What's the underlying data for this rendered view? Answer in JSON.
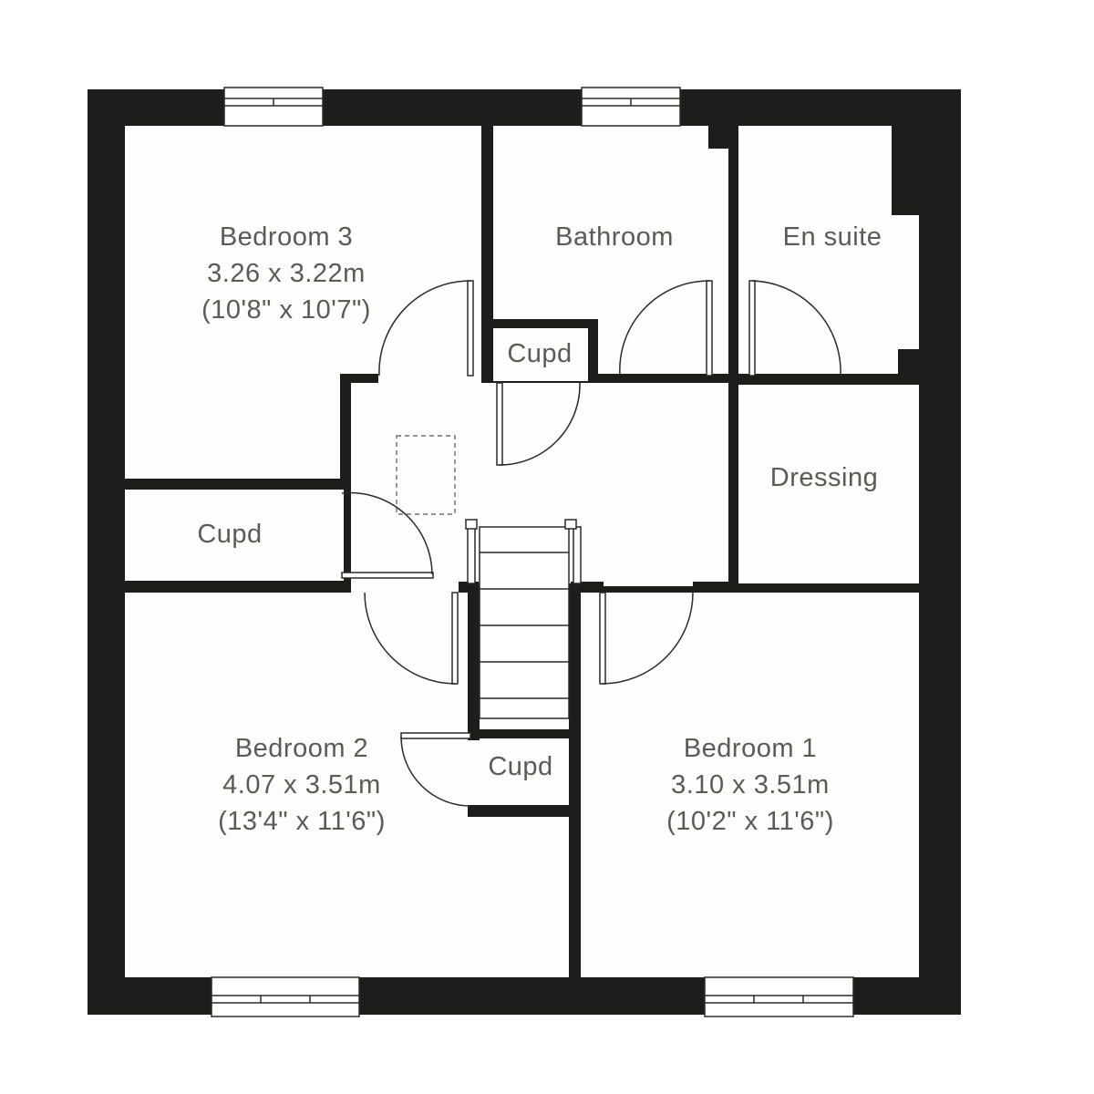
{
  "rooms": {
    "bedroom3": {
      "name": "Bedroom 3",
      "metric": "3.26 x 3.22m",
      "imperial": "(10'8\" x 10'7\")"
    },
    "bathroom": {
      "name": "Bathroom"
    },
    "ensuite": {
      "name": "En suite"
    },
    "cupd_top": {
      "name": "Cupd"
    },
    "cupd_left": {
      "name": "Cupd"
    },
    "dressing": {
      "name": "Dressing"
    },
    "cupd_bottom": {
      "name": "Cupd"
    },
    "bedroom2": {
      "name": "Bedroom 2",
      "metric": "4.07 x 3.51m",
      "imperial": "(13'4\" x 11'6\")"
    },
    "bedroom1": {
      "name": "Bedroom 1",
      "metric": "3.10 x 3.51m",
      "imperial": "(10'2\" x 11'6\")"
    }
  }
}
